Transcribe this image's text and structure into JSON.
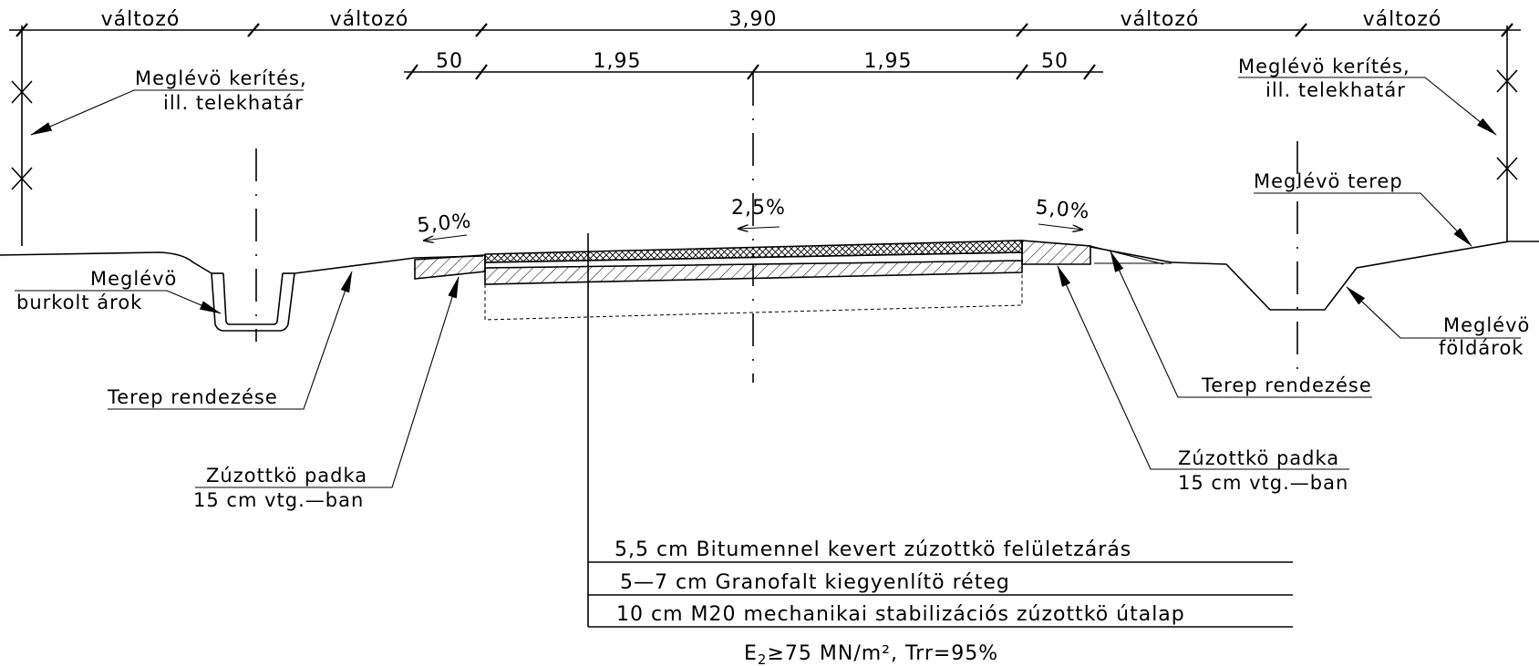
{
  "dimensions": {
    "top": [
      "változó",
      "változó",
      "3,90",
      "változó",
      "változó"
    ],
    "sub": [
      "50",
      "1,95",
      "1,95",
      "50"
    ]
  },
  "slopes": {
    "left": "5,0%",
    "center": "2,5%",
    "right": "5,0%"
  },
  "labels": {
    "fence_left_1": "Meglévö kerítés,",
    "fence_left_2": "ill. telekhatár",
    "fence_right_1": "Meglévö kerítés,",
    "fence_right_2": "ill. telekhatár",
    "existing_terrain": "Meglévö terep",
    "paved_ditch_1": "Meglévö",
    "paved_ditch_2": "burkolt árok",
    "earth_ditch_1": "Meglévö",
    "earth_ditch_2": "földárok",
    "terrain_left": "Terep rendezése",
    "terrain_right": "Terep rendezése",
    "shoulder_left_1": "Zúzottkö padka",
    "shoulder_left_2": "15 cm vtg.—ban",
    "shoulder_right_1": "Zúzottkö padka",
    "shoulder_right_2": "15 cm vtg.—ban"
  },
  "layers": [
    "5,5 cm Bitumennel kevert zúzottkö felületzárás",
    "5—7 cm Granofalt kiegyenlítö réteg",
    "10 cm M20 mechanikai stabilizációs zúzottkö útalap"
  ],
  "modulus": {
    "e": "E",
    "sub": "2",
    "rest": "≥75 MN/m², Trr=95%"
  }
}
